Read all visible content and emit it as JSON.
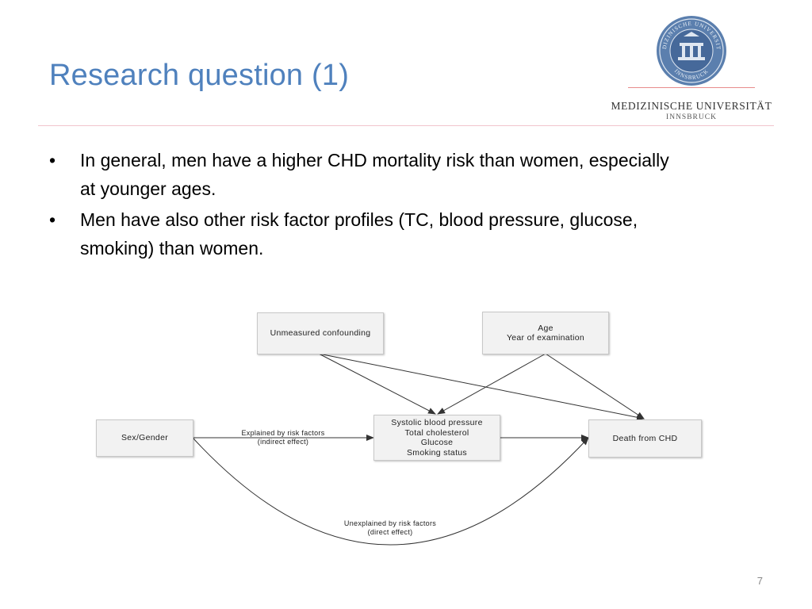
{
  "slide": {
    "title": "Research question (1)",
    "page_number": "7"
  },
  "logo": {
    "university": "MEDIZINISCHE UNIVERSITÄT",
    "city": "INNSBRUCK",
    "seal_top_text": "MEDIZINISCHE UNIVERSITÄT",
    "seal_bottom_text": "INNSBRUCK"
  },
  "bullets": [
    {
      "marker": "•",
      "text_line1": "In general, men have a higher CHD mortality risk than women, especially",
      "text_line2": "at younger ages."
    },
    {
      "marker": "•",
      "text_line1": "Men have also other risk factor profiles (TC, blood pressure, glucose,",
      "text_line2": "smoking) than women."
    }
  ],
  "diagram": {
    "nodes": {
      "unmeasured": {
        "lines": [
          "Unmeasured confounding"
        ]
      },
      "age": {
        "lines": [
          "Age",
          "Year of examination"
        ]
      },
      "sex": {
        "lines": [
          "Sex/Gender"
        ]
      },
      "risk": {
        "lines": [
          "Systolic blood pressure",
          "Total cholesterol",
          "Glucose",
          "Smoking status"
        ]
      },
      "death": {
        "lines": [
          "Death from CHD"
        ]
      }
    },
    "edge_labels": {
      "indirect": [
        "Explained by risk factors",
        "(indirect effect)"
      ],
      "direct": [
        "Unexplained by risk factors",
        "(direct effect)"
      ]
    },
    "edges": [
      {
        "from": "unmeasured",
        "to": "risk"
      },
      {
        "from": "unmeasured",
        "to": "death"
      },
      {
        "from": "age",
        "to": "risk"
      },
      {
        "from": "age",
        "to": "death"
      },
      {
        "from": "sex",
        "to": "risk"
      },
      {
        "from": "risk",
        "to": "death"
      },
      {
        "from": "sex",
        "to": "death"
      }
    ]
  }
}
